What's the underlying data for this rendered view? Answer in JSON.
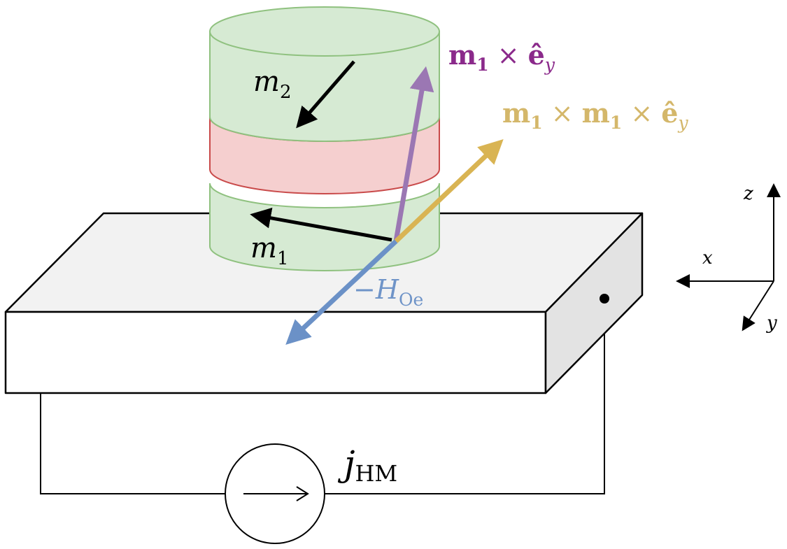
{
  "colors": {
    "slab_top": "#f2f2f2",
    "slab_front": "#ffffff",
    "slab_side": "#e3e3e3",
    "outline": "#000000",
    "ferro_fill": "#d6ead3",
    "ferro_stroke": "#8fc17f",
    "spacer_fill": "#f5cfcf",
    "spacer_stroke": "#c94a4a",
    "m1_cross_ey": "#9b77b3",
    "m1_cross_ey_text": "#8b2a8b",
    "m1_m1_cross_ey": "#d9b453",
    "m1_m1_cross_ey_text": "#d4b76a",
    "h_oe": "#6b91c7",
    "h_oe_text": "#6f94c8",
    "magnetization": "#000000"
  },
  "labels": {
    "m2": {
      "base": "m",
      "sub": "2"
    },
    "m1": {
      "base": "m",
      "sub": "1"
    },
    "m1_cross_ey": {
      "m": "m",
      "sub": "1",
      "op": " × ",
      "e": "ê",
      "esub": "y"
    },
    "m1_m1_cross_ey": {
      "m": "m",
      "sub": "1",
      "op": " × ",
      "m2": "m",
      "sub2": "1",
      "op2": " × ",
      "e": "ê",
      "esub": "y"
    },
    "h_oe": {
      "sign": "−",
      "base": "H",
      "sub": "Oe"
    },
    "current": {
      "base": "j",
      "sub": "HM"
    }
  },
  "axes": {
    "x": "x",
    "y": "y",
    "z": "z"
  },
  "icons": {
    "current_source": "current-source-circle-with-arrow"
  }
}
